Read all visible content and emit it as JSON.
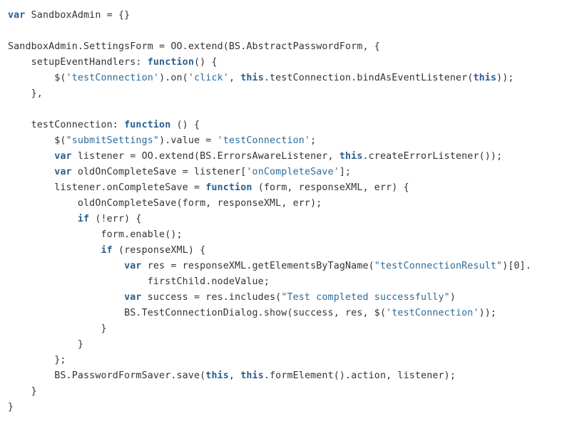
{
  "code": {
    "language": "javascript",
    "colors": {
      "background": "#ffffff",
      "text": "#333333",
      "keyword": "#2a5e8f",
      "string": "#2e6b9a"
    },
    "lines": [
      {
        "indent": 0,
        "tokens": [
          {
            "t": "kw",
            "v": "var"
          },
          {
            "t": "plain",
            "v": " SandboxAdmin = {}"
          }
        ]
      },
      {
        "indent": 0,
        "tokens": []
      },
      {
        "indent": 0,
        "tokens": [
          {
            "t": "plain",
            "v": "SandboxAdmin.SettingsForm = OO.extend(BS.AbstractPasswordForm, {"
          }
        ]
      },
      {
        "indent": 1,
        "tokens": [
          {
            "t": "plain",
            "v": "setupEventHandlers: "
          },
          {
            "t": "kw",
            "v": "function"
          },
          {
            "t": "plain",
            "v": "() {"
          }
        ]
      },
      {
        "indent": 2,
        "tokens": [
          {
            "t": "plain",
            "v": "$("
          },
          {
            "t": "str",
            "v": "'testConnection'"
          },
          {
            "t": "plain",
            "v": ").on("
          },
          {
            "t": "str",
            "v": "'click'"
          },
          {
            "t": "plain",
            "v": ", "
          },
          {
            "t": "kw",
            "v": "this"
          },
          {
            "t": "plain",
            "v": ".testConnection.bindAsEventListener("
          },
          {
            "t": "kw",
            "v": "this"
          },
          {
            "t": "plain",
            "v": "));"
          }
        ]
      },
      {
        "indent": 1,
        "tokens": [
          {
            "t": "plain",
            "v": "},"
          }
        ]
      },
      {
        "indent": 0,
        "tokens": []
      },
      {
        "indent": 1,
        "tokens": [
          {
            "t": "plain",
            "v": "testConnection: "
          },
          {
            "t": "kw",
            "v": "function"
          },
          {
            "t": "plain",
            "v": " () {"
          }
        ]
      },
      {
        "indent": 2,
        "tokens": [
          {
            "t": "plain",
            "v": "$("
          },
          {
            "t": "str",
            "v": "\"submitSettings\""
          },
          {
            "t": "plain",
            "v": ").value = "
          },
          {
            "t": "str",
            "v": "'testConnection'"
          },
          {
            "t": "plain",
            "v": ";"
          }
        ]
      },
      {
        "indent": 2,
        "tokens": [
          {
            "t": "kw",
            "v": "var"
          },
          {
            "t": "plain",
            "v": " listener = OO.extend(BS.ErrorsAwareListener, "
          },
          {
            "t": "kw",
            "v": "this"
          },
          {
            "t": "plain",
            "v": ".createErrorListener());"
          }
        ]
      },
      {
        "indent": 2,
        "tokens": [
          {
            "t": "kw",
            "v": "var"
          },
          {
            "t": "plain",
            "v": " oldOnCompleteSave = listener["
          },
          {
            "t": "str",
            "v": "'onCompleteSave'"
          },
          {
            "t": "plain",
            "v": "];"
          }
        ]
      },
      {
        "indent": 2,
        "tokens": [
          {
            "t": "plain",
            "v": "listener.onCompleteSave = "
          },
          {
            "t": "kw",
            "v": "function"
          },
          {
            "t": "plain",
            "v": " (form, responseXML, err) {"
          }
        ]
      },
      {
        "indent": 3,
        "tokens": [
          {
            "t": "plain",
            "v": "oldOnCompleteSave(form, responseXML, err);"
          }
        ]
      },
      {
        "indent": 3,
        "tokens": [
          {
            "t": "kw",
            "v": "if"
          },
          {
            "t": "plain",
            "v": " (!err) {"
          }
        ]
      },
      {
        "indent": 4,
        "tokens": [
          {
            "t": "plain",
            "v": "form.enable();"
          }
        ]
      },
      {
        "indent": 4,
        "tokens": [
          {
            "t": "kw",
            "v": "if"
          },
          {
            "t": "plain",
            "v": " (responseXML) {"
          }
        ]
      },
      {
        "indent": 5,
        "tokens": [
          {
            "t": "kw",
            "v": "var"
          },
          {
            "t": "plain",
            "v": " res = responseXML.getElementsByTagName("
          },
          {
            "t": "str",
            "v": "\"testConnectionResult\""
          },
          {
            "t": "plain",
            "v": ")[0]."
          }
        ]
      },
      {
        "indent": 6,
        "tokens": [
          {
            "t": "plain",
            "v": "firstChild.nodeValue;"
          }
        ]
      },
      {
        "indent": 5,
        "tokens": [
          {
            "t": "kw",
            "v": "var"
          },
          {
            "t": "plain",
            "v": " success = res.includes("
          },
          {
            "t": "str",
            "v": "\"Test completed successfully\""
          },
          {
            "t": "plain",
            "v": ")"
          }
        ]
      },
      {
        "indent": 5,
        "tokens": [
          {
            "t": "plain",
            "v": "BS.TestConnectionDialog.show(success, res, $("
          },
          {
            "t": "str",
            "v": "'testConnection'"
          },
          {
            "t": "plain",
            "v": "));"
          }
        ]
      },
      {
        "indent": 4,
        "tokens": [
          {
            "t": "plain",
            "v": "}"
          }
        ]
      },
      {
        "indent": 3,
        "tokens": [
          {
            "t": "plain",
            "v": "}"
          }
        ]
      },
      {
        "indent": 2,
        "tokens": [
          {
            "t": "plain",
            "v": "};"
          }
        ]
      },
      {
        "indent": 2,
        "tokens": [
          {
            "t": "plain",
            "v": "BS.PasswordFormSaver.save("
          },
          {
            "t": "kw",
            "v": "this"
          },
          {
            "t": "plain",
            "v": ", "
          },
          {
            "t": "kw",
            "v": "this"
          },
          {
            "t": "plain",
            "v": ".formElement().action, listener);"
          }
        ]
      },
      {
        "indent": 1,
        "tokens": [
          {
            "t": "plain",
            "v": "}"
          }
        ]
      },
      {
        "indent": 0,
        "tokens": [
          {
            "t": "plain",
            "v": "}"
          }
        ]
      }
    ]
  }
}
